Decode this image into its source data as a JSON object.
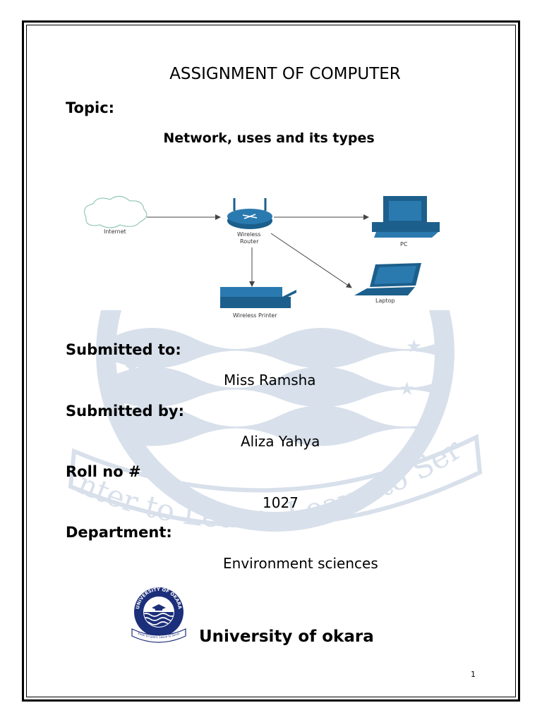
{
  "document": {
    "title": "ASSIGNMENT OF COMPUTER",
    "topic_heading": "Topic:",
    "topic": "Network, uses and its types",
    "submitted_to_heading": "Submitted to:",
    "submitted_to": "Miss Ramsha",
    "submitted_by_heading": "Submitted by:",
    "submitted_by": "Aliza Yahya",
    "roll_heading": "Roll no #",
    "roll": "1027",
    "department_heading": "Department:",
    "department": "Environment sciences",
    "university": "University of okara",
    "page_number": "1"
  },
  "diagram": {
    "nodes": [
      "Internet",
      "Wireless",
      "Router",
      "PC",
      "Laptop",
      "Wireless Printer"
    ],
    "device_color": "#1c5f8c"
  },
  "watermark": {
    "motto": "Enter to Learn, Leave to Serve",
    "color": "#1f4e8c"
  },
  "logo": {
    "ring_text": "UNIVERSITY OF OKARA",
    "motto": "Enter to Learn, Leave to Serve",
    "color": "#1c2f7a"
  }
}
